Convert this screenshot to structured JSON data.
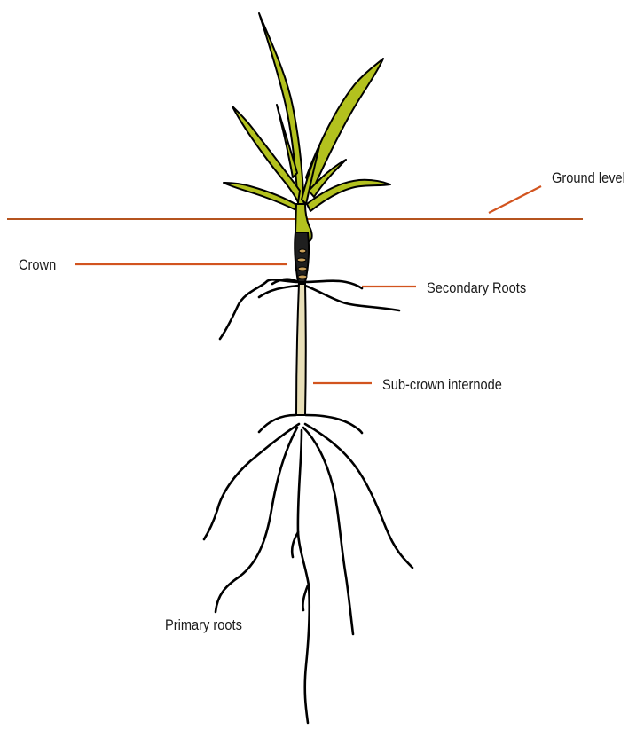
{
  "labels": {
    "ground_level": "Ground level",
    "crown": "Crown",
    "secondary_roots": "Secondary Roots",
    "sub_crown_internode": "Sub-crown internode",
    "primary_roots": "Primary roots"
  },
  "colors": {
    "leader": "#d2541f",
    "ground_line": "#b5541f",
    "leaf_fill": "#b3c11e",
    "leaf_dark": "#7f8f14",
    "internode_fill": "#e8dfb8",
    "crown_fill": "#c9a05a",
    "outline": "#000000"
  }
}
